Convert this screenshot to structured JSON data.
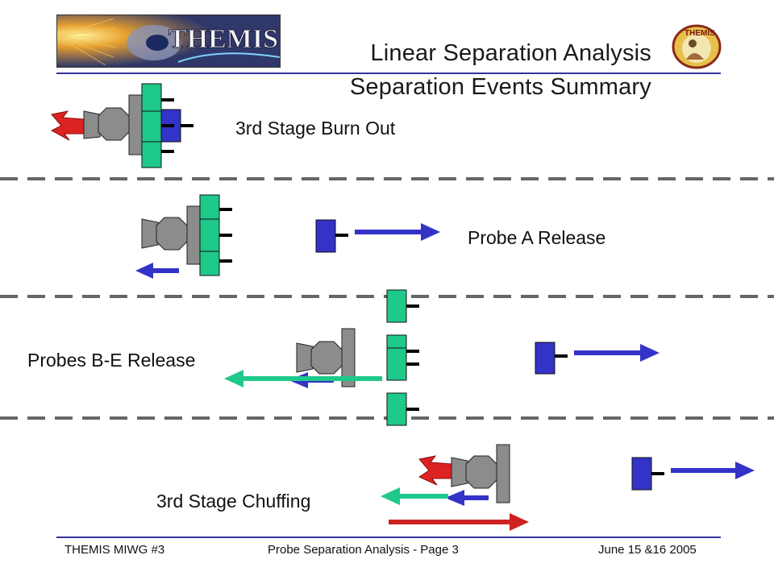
{
  "header": {
    "logo_text": "THEMIS",
    "logo_right_text": "THEMIS",
    "title_line1": "Linear Separation Analysis",
    "title_line2": "Separation Events Summary"
  },
  "events": [
    {
      "label": "3rd Stage Burn Out"
    },
    {
      "label": "Probe A Release"
    },
    {
      "label": "Probes B-E Release"
    },
    {
      "label": "3rd Stage Chuffing"
    }
  ],
  "footer": {
    "left": "THEMIS MIWG #3",
    "center": "Probe Separation Analysis - Page 3",
    "right": "June 15 &16 2005"
  },
  "colors": {
    "probe_green": "#1ec98a",
    "probe_blue": "#3333c8",
    "stage_gray": "#8c8c8c",
    "arrow_red": "#cc2222",
    "rule_blue": "#33339a",
    "divider": "#666666"
  }
}
